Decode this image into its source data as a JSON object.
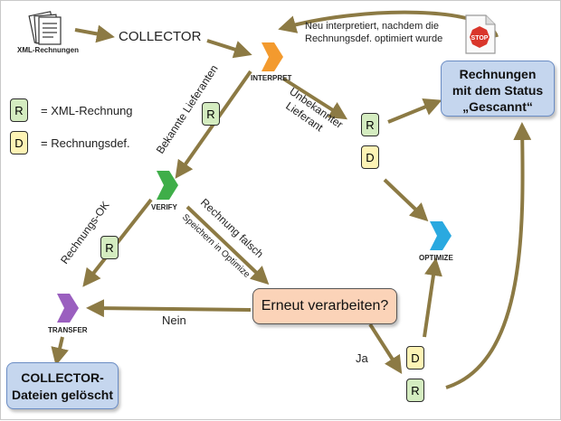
{
  "colors": {
    "arrow": "#8c7a44",
    "status_box": "#c5d6ee",
    "question_box": "#fbd3b8",
    "badge_r": "#d4ecc0",
    "badge_d": "#fdf3b5",
    "interpret": "#f39a2e",
    "verify": "#3fae49",
    "optimize": "#2aa9e0",
    "transfer": "#9a5fbf"
  },
  "icons": {
    "xml_docs": "document-stack-icon",
    "stop_doc": "stop-document-icon"
  },
  "nodes": {
    "xml_rechnungen": "XML-Rechnungen",
    "collector": "COLLECTOR",
    "interpret": "INTERPRET",
    "verify": "VERIFY",
    "optimize": "OPTIMIZE",
    "transfer": "TRANSFER"
  },
  "status_box": {
    "line1": "Rechnungen",
    "line2": "mit dem Status",
    "line3": "„Gescannt“"
  },
  "question_box": "Erneut verarbeiten?",
  "deleted_box": {
    "line1": "COLLECTOR-",
    "line2": "Dateien gelöscht"
  },
  "legend": [
    {
      "letter": "R",
      "text": "= XML-Rechnung"
    },
    {
      "letter": "D",
      "text": "= Rechnungsdef."
    }
  ],
  "edge_labels": {
    "reinterpret_1": "Neu interpretiert, nachdem die",
    "reinterpret_2": "Rechnungsdef. optimiert wurde",
    "known_suppliers": "Bekannte Lieferanten",
    "unknown_1": "Unbekannter",
    "unknown_2": "Lieferant",
    "invoice_ok": "Rechnungs-OK",
    "invoice_wrong": "Rechnung falsch",
    "save_optimize": "Speichern in Optimize",
    "no": "Nein",
    "yes": "Ja"
  },
  "badges": {
    "interpret_r": "R",
    "unknown_r": "R",
    "unknown_d": "D",
    "verify_r": "R",
    "ja_d": "D",
    "ja_r": "R"
  }
}
